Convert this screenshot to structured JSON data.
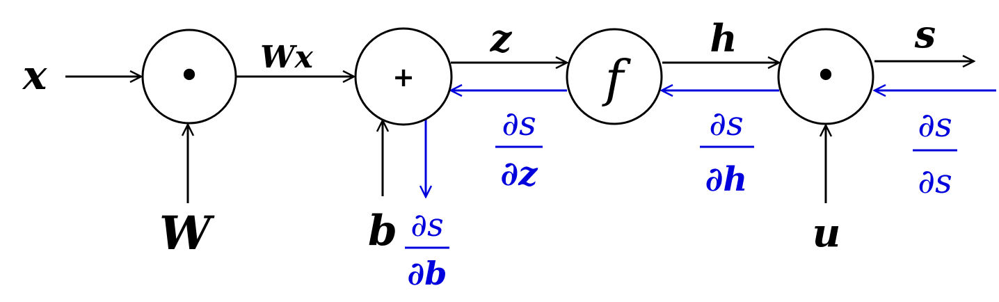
{
  "colors": {
    "forward": "#000000",
    "backward": "#0000dd"
  },
  "nodes": {
    "mult1": {
      "symbol": "•"
    },
    "add": {
      "symbol": "+"
    },
    "f": {
      "symbol": "f"
    },
    "mult2": {
      "symbol": "•"
    }
  },
  "labels": {
    "x": "x",
    "W": "W",
    "Wx": "Wx",
    "b": "b",
    "z": "z",
    "h": "h",
    "u": "u",
    "s": "s"
  },
  "gradients": {
    "ds_db": {
      "num": "∂s",
      "den": "∂b"
    },
    "ds_dz": {
      "num": "∂s",
      "den": "∂z"
    },
    "ds_dh": {
      "num": "∂s",
      "den": "∂h"
    },
    "ds_ds": {
      "num": "∂s",
      "den": "∂s"
    }
  }
}
